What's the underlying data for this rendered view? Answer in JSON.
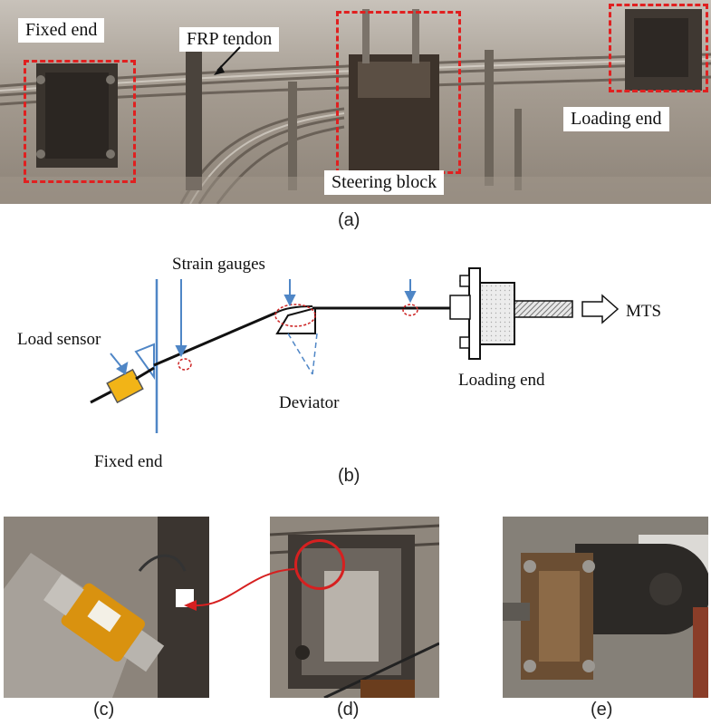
{
  "panel_a": {
    "caption": "(a)",
    "labels": {
      "fixed_end": "Fixed end",
      "frp_tendon": "FRP tendon",
      "steering_block": "Steering block",
      "loading_end": "Loading end"
    }
  },
  "panel_b": {
    "caption": "(b)",
    "labels": {
      "strain_gauges": "Strain gauges",
      "load_sensor": "Load sensor",
      "deviator": "Deviator",
      "loading_end": "Loading end",
      "mts": "MTS",
      "fixed_end": "Fixed end"
    },
    "colors": {
      "sensor": "#f2b417",
      "arrow": "#4f86c6",
      "marker": "#cc2222"
    }
  },
  "panel_c": {
    "caption": "(c)"
  },
  "panel_d": {
    "caption": "(d)"
  },
  "panel_e": {
    "caption": "(e)"
  }
}
